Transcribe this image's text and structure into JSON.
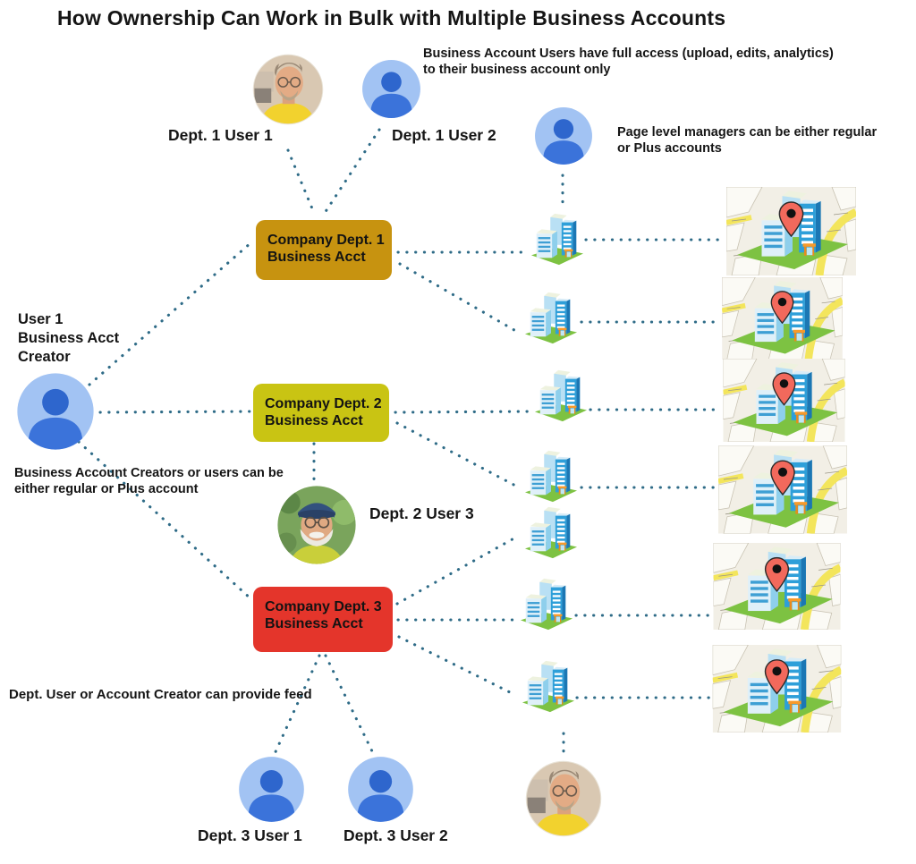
{
  "title": "How Ownership Can Work in Bulk with Multiple Business Accounts",
  "annotations": {
    "business_users": "Business Account Users have full access (upload, edits, analytics)\nto their business account only",
    "page_managers": "Page level managers can be either regular\nor Plus accounts",
    "creator_role": "User 1\nBusiness Acct\nCreator",
    "creators_plus": "Business Account Creators or users can be\neither regular or Plus account",
    "provide_feed": "Dept. User or Account Creator can provide feed"
  },
  "users": {
    "dept1_user1": "Dept. 1 User 1",
    "dept1_user2": "Dept. 1 User 2",
    "dept2_user3": "Dept. 2 User 3",
    "dept3_user1": "Dept. 3 User 1",
    "dept3_user2": "Dept. 3 User 2"
  },
  "boxes": [
    {
      "label": "Company Dept. 1\nBusiness Acct",
      "color": "#c79310"
    },
    {
      "label": "Company Dept. 2\nBusiness Acct",
      "color": "#c9c413"
    },
    {
      "label": "Company Dept. 3\nBusiness Acct",
      "color": "#e4352b"
    }
  ],
  "colors": {
    "connector": "#2e6b87",
    "avatar_circle": "#a2c3f3",
    "avatar_person": "#3b73da",
    "grass": "#7dc242",
    "building_blue": "#2e9fd9",
    "map_road_yellow": "#f3e55c",
    "pin_red": "#f2695c"
  },
  "icons": {
    "generic_user": "user-avatar-icon",
    "photo_user_yellow": "photo-avatar-man-yellow-shirt",
    "photo_user_cap": "photo-avatar-man-blue-cap",
    "building": "business-location-icon",
    "map": "map-listing-thumbnail",
    "pin": "map-pin-icon"
  }
}
